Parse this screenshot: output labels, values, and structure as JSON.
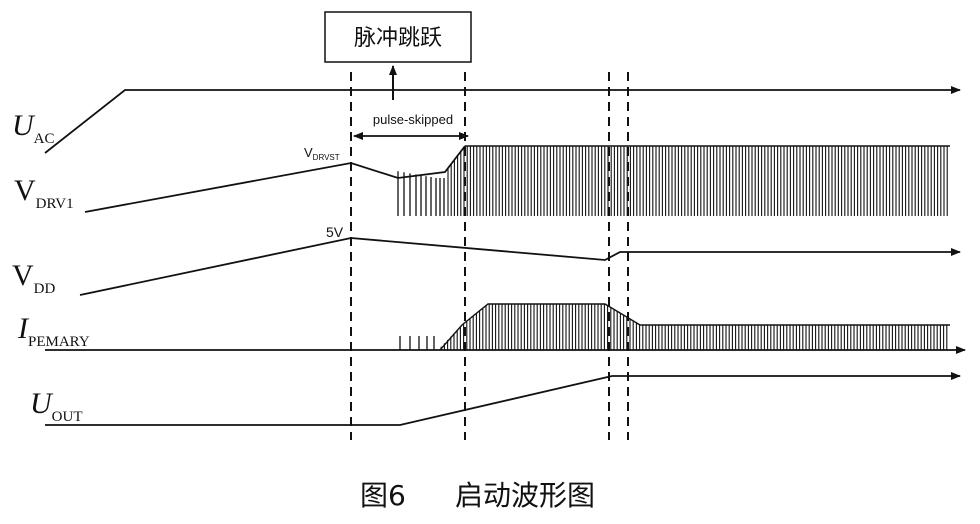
{
  "annotation_box": {
    "text": "脉冲跳跃"
  },
  "pulse_skipped_label": "pulse-skipped",
  "markers": {
    "vdrvst_main": "V",
    "vdrvst_sub": "DRVST",
    "five_volt": "5V"
  },
  "signals": [
    {
      "id": "uac",
      "main": "U",
      "sub": "AC",
      "italic": true
    },
    {
      "id": "vdrv1",
      "main": "V",
      "sub": "DRV1",
      "italic": false
    },
    {
      "id": "vdd",
      "main": "V",
      "sub": "DD",
      "italic": false
    },
    {
      "id": "iprimary",
      "main": "I",
      "sub": "PEMARY",
      "italic": true
    },
    {
      "id": "uout",
      "main": "U",
      "sub": "OUT",
      "italic": true
    }
  ],
  "caption": {
    "figure": "图6",
    "title": "启动波形图"
  }
}
